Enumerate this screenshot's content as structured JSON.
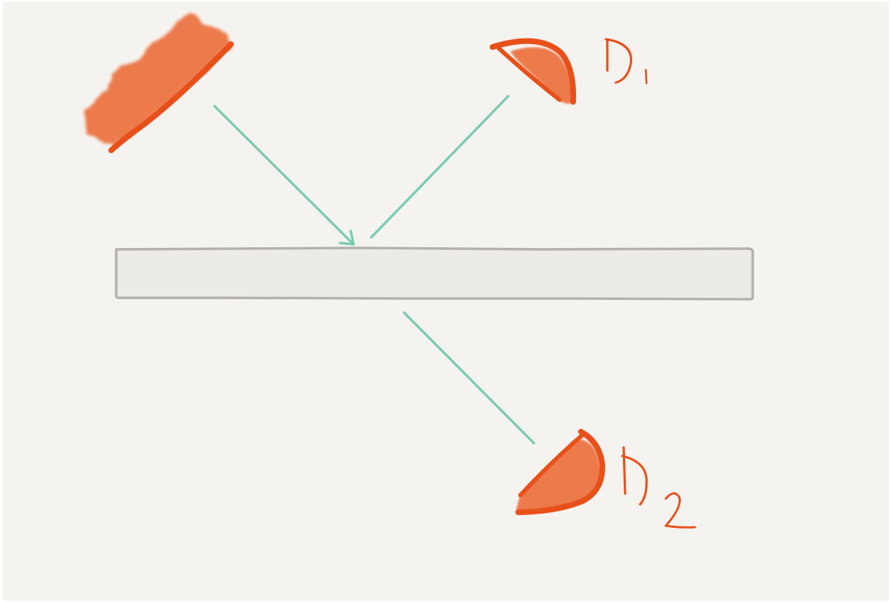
{
  "diagram": {
    "background_color": "#f5f3f0",
    "beam_color": "#7ccbb3",
    "source_color": "#e8501a",
    "source_fill_color": "#ec7a4c",
    "splitter_fill_color": "#edebe7",
    "splitter_stroke_color": "#b4b1ac",
    "elements": {
      "source": {
        "icon": "light-source-icon"
      },
      "beam_splitter": {
        "icon": "beam-splitter-plate"
      },
      "detector_1": {
        "label": "D1",
        "label_main": "D",
        "label_sub": "1",
        "icon": "detector-icon"
      },
      "detector_2": {
        "label": "D2",
        "label_main": "D",
        "label_sub": "2",
        "icon": "detector-icon"
      }
    }
  }
}
